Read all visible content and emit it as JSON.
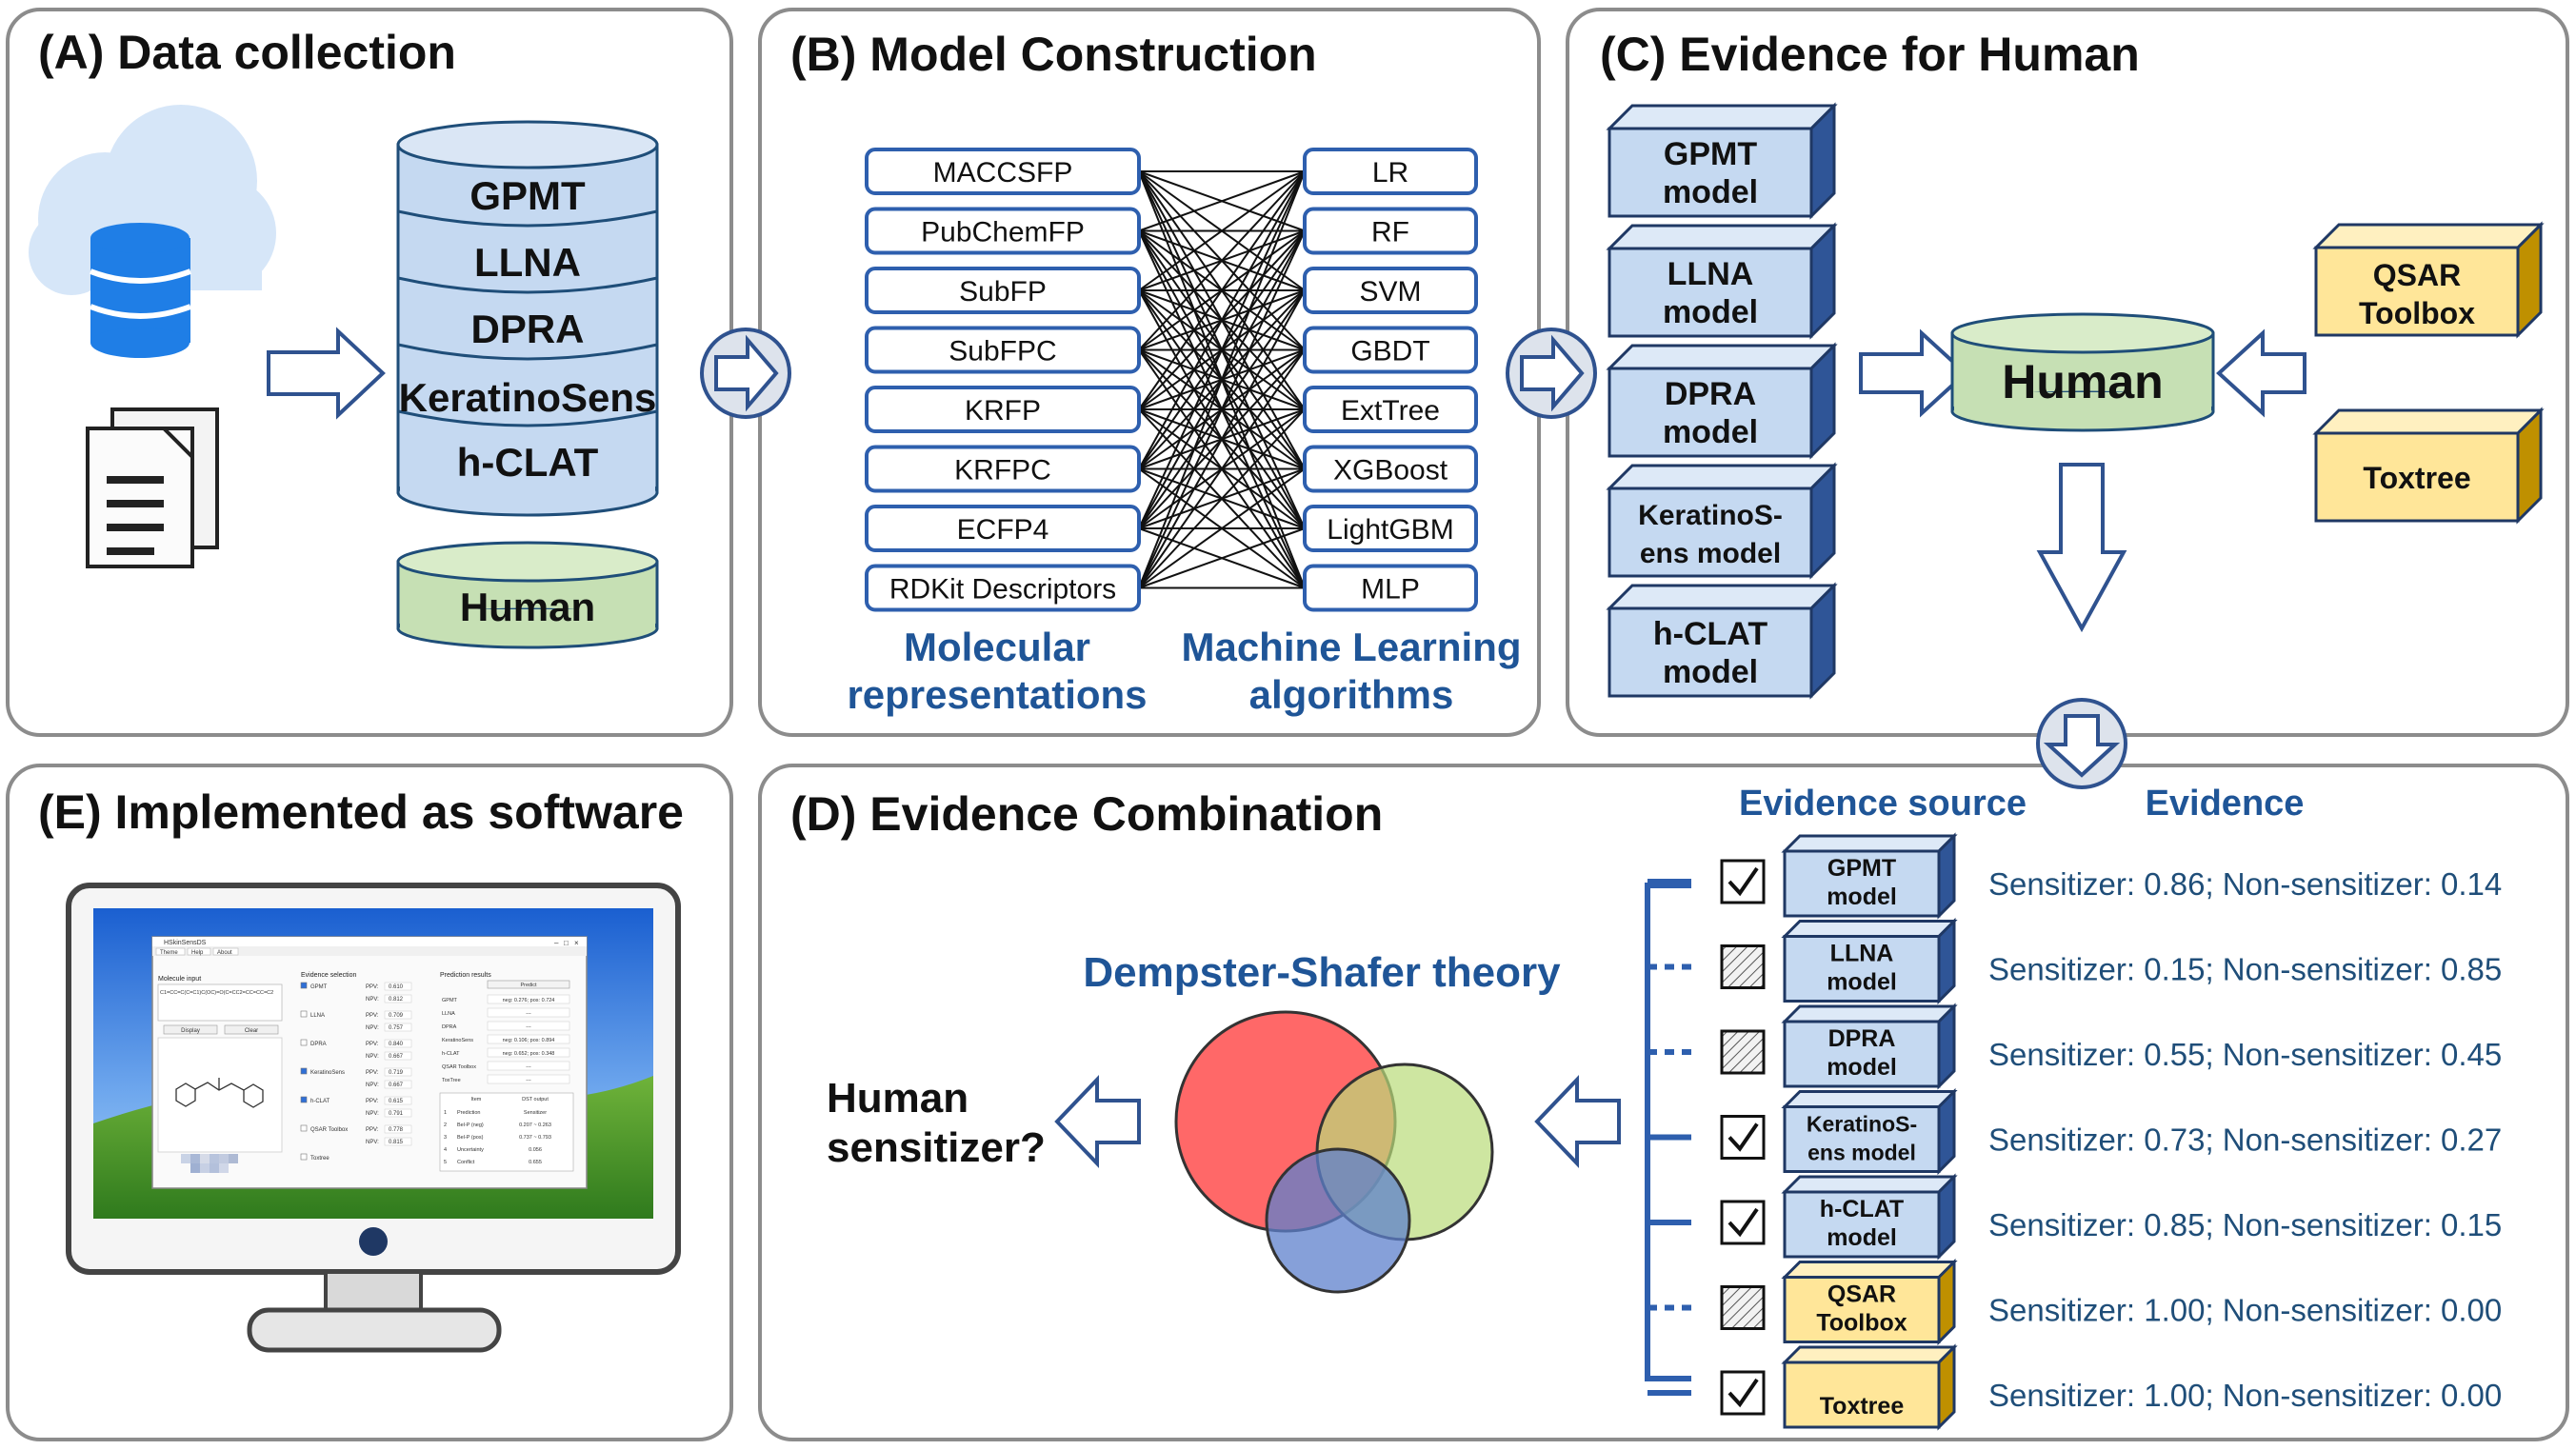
{
  "colors": {
    "panel_border": "#8c8c8c",
    "blue_fill": "#c5d9f1",
    "blue_stroke": "#1f4e79",
    "green_fill": "#c6e0b4",
    "yellow_fill": "#ffe699",
    "label_blue": "#1f5597",
    "line_blue": "#2e5fae",
    "venn_red": "#ff5b5b",
    "venn_green": "#c5e28a",
    "venn_blue": "#7a98d6"
  },
  "panel_a": {
    "title": "(A) Data collection",
    "icons": [
      "cloud-database-icon",
      "documents-icon",
      "arrow-right-icon"
    ],
    "datasets": [
      "GPMT",
      "LLNA",
      "DPRA",
      "KeratinoSens",
      "h-CLAT"
    ],
    "human": "Human"
  },
  "panel_b": {
    "title": "(B) Model Construction",
    "representations": [
      "MACCSFP",
      "PubChemFP",
      "SubFP",
      "SubFPC",
      "KRFP",
      "KRFPC",
      "ECFP4",
      "RDKit Descriptors"
    ],
    "algorithms": [
      "LR",
      "RF",
      "SVM",
      "GBDT",
      "ExtTree",
      "XGBoost",
      "LightGBM",
      "MLP"
    ],
    "rep_caption": [
      "Molecular",
      "representations"
    ],
    "alg_caption": [
      "Machine Learning",
      "algorithms"
    ]
  },
  "panel_c": {
    "title": "(C) Evidence for Human",
    "models": [
      [
        "GPMT",
        "model"
      ],
      [
        "LLNA",
        "model"
      ],
      [
        "DPRA",
        "model"
      ],
      [
        "KeratinoS-",
        "ens model"
      ],
      [
        "h-CLAT",
        "model"
      ]
    ],
    "external": [
      [
        "QSAR",
        "Toolbox"
      ],
      [
        "Toxtree"
      ]
    ],
    "human": "Human"
  },
  "panel_d": {
    "title": "(D) Evidence Combination",
    "header_source": "Evidence source",
    "header_evidence": "Evidence",
    "theory": "Dempster-Shafer theory",
    "question": [
      "Human",
      "sensitizer?"
    ],
    "rows": [
      {
        "label": [
          "GPMT",
          "model"
        ],
        "checked": true,
        "evidence": "Sensitizer: 0.86; Non-sensitizer: 0.14",
        "color": "blue"
      },
      {
        "label": [
          "LLNA",
          "model"
        ],
        "checked": false,
        "evidence": "Sensitizer: 0.15; Non-sensitizer: 0.85",
        "color": "blue"
      },
      {
        "label": [
          "DPRA",
          "model"
        ],
        "checked": false,
        "evidence": "Sensitizer: 0.55; Non-sensitizer: 0.45",
        "color": "blue"
      },
      {
        "label": [
          "KeratinoS-",
          "ens model"
        ],
        "checked": true,
        "evidence": "Sensitizer: 0.73; Non-sensitizer: 0.27",
        "color": "blue"
      },
      {
        "label": [
          "h-CLAT",
          "model"
        ],
        "checked": true,
        "evidence": "Sensitizer: 0.85; Non-sensitizer: 0.15",
        "color": "blue"
      },
      {
        "label": [
          "QSAR",
          "Toolbox"
        ],
        "checked": false,
        "evidence": "Sensitizer: 1.00; Non-sensitizer: 0.00",
        "color": "yellow"
      },
      {
        "label": [
          "Toxtree"
        ],
        "checked": true,
        "evidence": "Sensitizer: 1.00; Non-sensitizer: 0.00",
        "color": "yellow"
      }
    ]
  },
  "panel_e": {
    "title": "(E) Implemented as software",
    "app": {
      "title": "HSkinSensDS",
      "menu": [
        "Theme",
        "Help",
        "About"
      ],
      "molecule_input": "Molecule input",
      "smiles": "C1=CC=C(C=C1)C(OC)=O(C=CC2=CC=CC=C2",
      "buttons": [
        "Display",
        "Clear"
      ],
      "evidence_selection": "Evidence selection",
      "evidence_items": [
        {
          "name": "GPMT",
          "checked": true,
          "metrics": [
            [
              "PPV:",
              "0.610"
            ],
            [
              "NPV:",
              "0.812"
            ]
          ]
        },
        {
          "name": "LLNA",
          "checked": false,
          "metrics": [
            [
              "PPV:",
              "0.709"
            ],
            [
              "NPV:",
              "0.757"
            ]
          ]
        },
        {
          "name": "DPRA",
          "checked": false,
          "metrics": [
            [
              "PPV:",
              "0.840"
            ],
            [
              "NPV:",
              "0.667"
            ]
          ]
        },
        {
          "name": "KeratinoSens",
          "checked": true,
          "metrics": [
            [
              "PPV:",
              "0.719"
            ],
            [
              "NPV:",
              "0.667"
            ]
          ]
        },
        {
          "name": "h-CLAT",
          "checked": true,
          "metrics": [
            [
              "PPV:",
              "0.615"
            ],
            [
              "NPV:",
              "0.791"
            ]
          ]
        },
        {
          "name": "QSAR Toolbox",
          "checked": false,
          "metrics": [
            [
              "PPV:",
              "0.778"
            ],
            [
              "NPV:",
              "0.815"
            ]
          ]
        },
        {
          "name": "Toxtree",
          "checked": false,
          "metrics": []
        }
      ],
      "prediction_results": "Prediction results",
      "predict_button": "Predict",
      "pred_rows": [
        [
          "GPMT",
          "neg: 0.276; pos: 0.724"
        ],
        [
          "LLNA",
          "---"
        ],
        [
          "DPRA",
          "---"
        ],
        [
          "KeratinoSens",
          "neg: 0.106; pos: 0.894"
        ],
        [
          "h-CLAT",
          "neg: 0.652; pos: 0.348"
        ],
        [
          "QSAR Toolbox",
          "---"
        ],
        [
          "ToxTree",
          "---"
        ]
      ],
      "dst_header": [
        "Item",
        "DST output"
      ],
      "dst_rows": [
        [
          "1",
          "Prediction",
          "Sensitizer"
        ],
        [
          "2",
          "Bel-P (neg)",
          "0.207 ~ 0.263"
        ],
        [
          "3",
          "Bel-P (pos)",
          "0.737 ~ 0.793"
        ],
        [
          "4",
          "Uncertainty",
          "0.056"
        ],
        [
          "5",
          "Conflict",
          "0.655"
        ]
      ]
    }
  }
}
